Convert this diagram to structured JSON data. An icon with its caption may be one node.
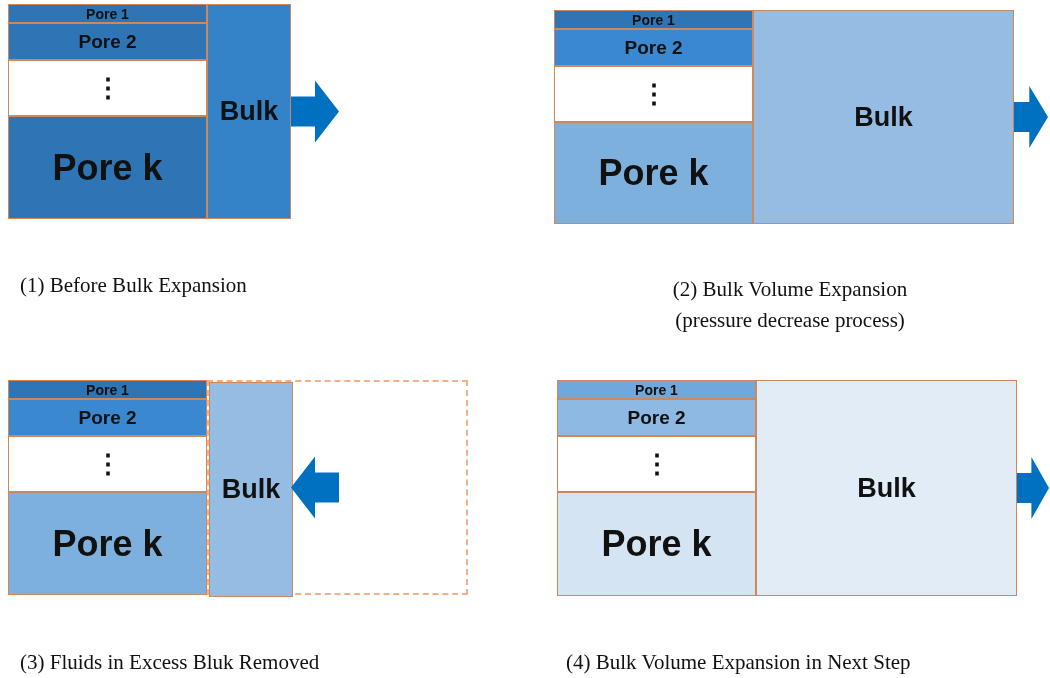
{
  "diagram": {
    "nodes": [
      {
        "text": [
          "Pore 1"
        ]
      },
      {
        "text": [
          "Pore 2"
        ]
      },
      {
        "text": [
          "⋮"
        ]
      },
      {
        "text": [
          "Pore k"
        ]
      },
      {
        "text": [
          "Bulk"
        ]
      },
      {
        "text": [
          "Pore 1"
        ]
      },
      {
        "text": [
          "Pore 2"
        ]
      },
      {
        "text": [
          "⋮"
        ]
      },
      {
        "text": [
          "Pore k"
        ]
      },
      {
        "text": [
          "Bulk"
        ]
      },
      {
        "text": [
          "Pore 1"
        ]
      },
      {
        "text": [
          "Pore 2"
        ]
      },
      {
        "text": [
          "⋮"
        ]
      },
      {
        "text": [
          "Pore k"
        ]
      },
      {
        "text": [],
        "shape": "box"
      },
      {
        "text": [
          "Bulk"
        ],
        "in": 14
      },
      {
        "text": [
          "Pore 1"
        ]
      },
      {
        "text": [
          "Pore 2"
        ]
      },
      {
        "text": [
          "⋮"
        ]
      },
      {
        "text": [
          "Pore k"
        ]
      },
      {
        "text": [
          "Bulk"
        ]
      }
    ],
    "edges": [
      {
        "from": 4,
        "to": null,
        "arrow": "to"
      },
      {
        "from": 9,
        "to": null,
        "arrow": "to"
      },
      {
        "from": null,
        "to": 15,
        "arrow": "to"
      },
      {
        "from": 20,
        "to": null,
        "arrow": "to"
      }
    ],
    "labels": [
      "(1) Before Bulk Expansion",
      "(2) Bulk Volume Expansion (pressure decrease process)",
      "(3) Fluids in Excess Bluk Removed",
      "(4) Bulk Volume Expansion in Next Step"
    ]
  }
}
